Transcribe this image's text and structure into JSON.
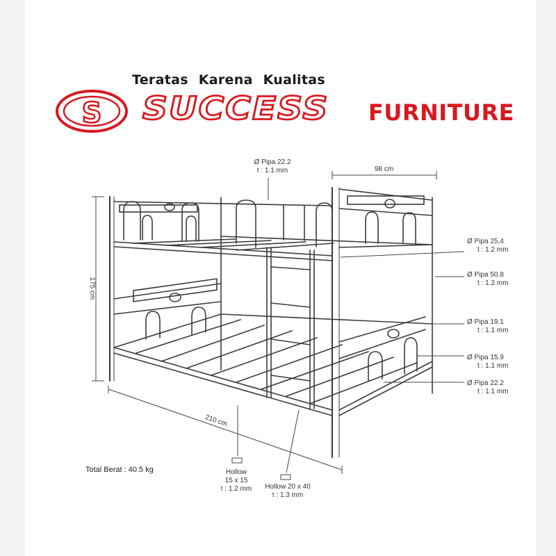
{
  "header": {
    "tagline": "Teratas Karena Kualitas",
    "logo_letter": "S",
    "brand": "SUCCESS",
    "brand_suffix": "FURNITURE",
    "brand_color": "#d8191f"
  },
  "dimensions": {
    "height": "175 cm",
    "length": "210 cm",
    "width": "98 cm"
  },
  "specs": {
    "top_rail": {
      "dia": "Ø Pipa 22.2",
      "t": "t : 1.1 mm"
    },
    "pipa_25_4": {
      "dia": "Ø Pipa 25,4",
      "t": "t : 1.2 mm"
    },
    "pipa_50_8": {
      "dia": "Ø Pipa 50.8",
      "t": "t : 1.2 mm"
    },
    "pipa_19_1": {
      "dia": "Ø Pipa 19.1",
      "t": "t : 1.1 mm"
    },
    "pipa_15_9": {
      "dia": "Ø Pipa 15.9",
      "t": "t : 1.1 mm"
    },
    "pipa_22_2": {
      "dia": "Ø Pipa 22.2",
      "t": "t : 1.1 mm"
    },
    "hollow_15": {
      "line1": "Hollow",
      "line2": "15 x 15",
      "t": "t : 1.2 mm"
    },
    "hollow_20": {
      "line1": "Hollow 20 x 40",
      "t": "t : 1.3 mm"
    }
  },
  "total_weight": "Total Berat : 40.5 kg"
}
